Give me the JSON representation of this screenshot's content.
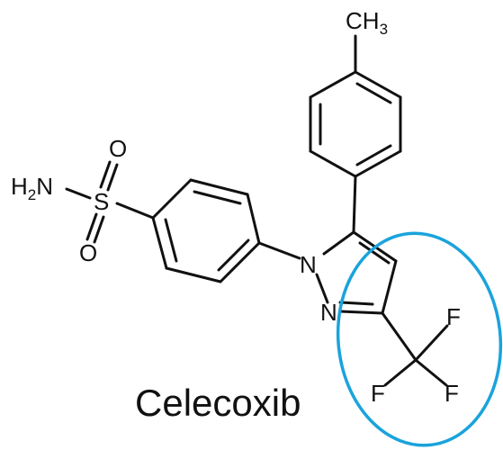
{
  "diagram": {
    "compound_name": "Celecoxib",
    "atoms": {
      "methyl": "CH",
      "methyl_subscript": "3",
      "amine_h": "H",
      "amine_subscript": "2",
      "amine_n": "N",
      "sulfur": "S",
      "oxygen_top": "O",
      "oxygen_bottom": "O",
      "pyrazole_n1": "N",
      "pyrazole_n2": "N",
      "fluorine_top": "F",
      "fluorine_left": "F",
      "fluorine_right": "F"
    },
    "highlight": {
      "shape": "ellipse",
      "target": "CF3 group",
      "color": "#1aa3dc"
    },
    "colors": {
      "bond": "#111111",
      "text": "#111111",
      "background": "#ffffff"
    }
  }
}
